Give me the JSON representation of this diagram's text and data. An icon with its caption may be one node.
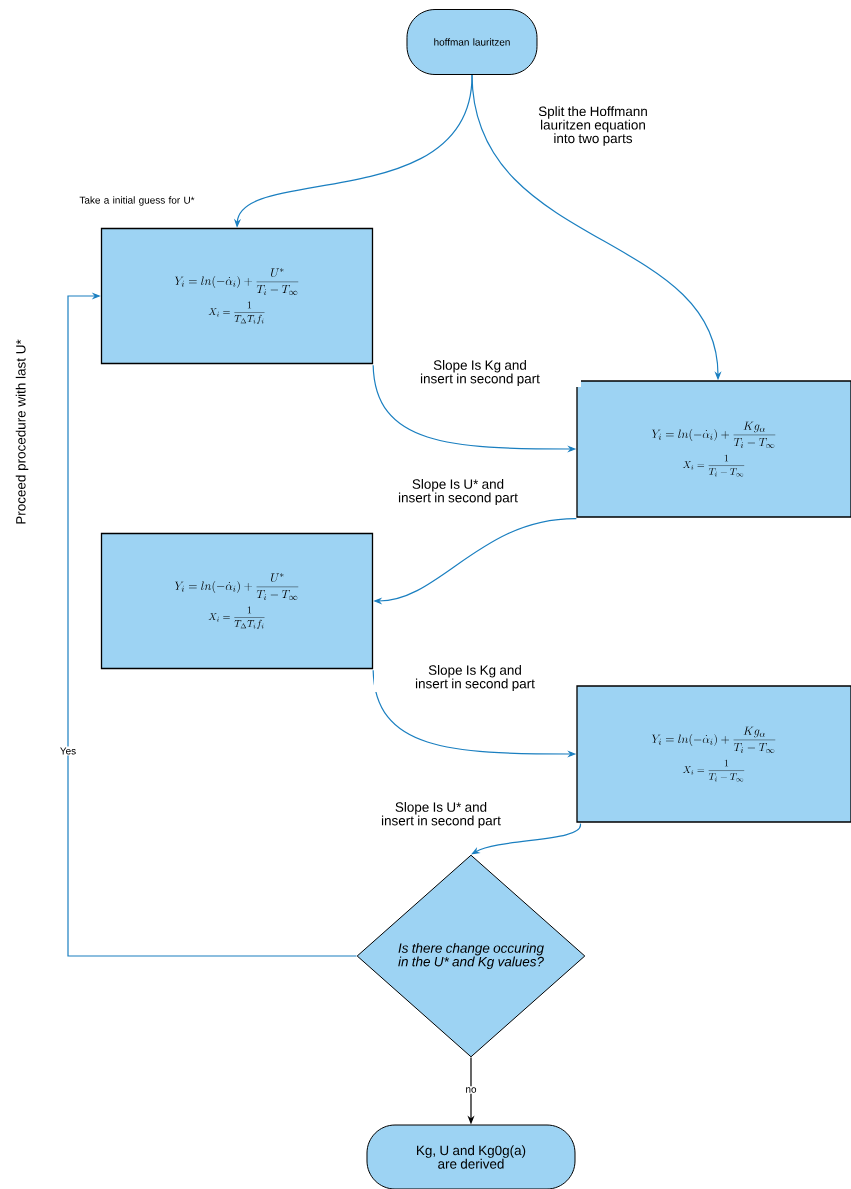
{
  "diagram": {
    "nodes": [
      {
        "text": [
          "hoffman lauritzen"
        ]
      },
      {
        "text": [
          "Y_i = ln(-\\dot{\\alpha}_i) + \\frac{U^*}{T_i - T_\\infty}",
          "X_i = \\frac{1}{T_\\Delta T_i f_i}"
        ]
      },
      {
        "text": [
          "Y_i = ln(-\\dot{\\alpha}_i) + \\frac{Kg_\\alpha}{T_i - T_\\infty}",
          "X_i = \\frac{1}{T_i - T_\\infty}"
        ]
      },
      {
        "text": [
          "Y_i = ln(-\\dot{\\alpha}_i) + \\frac{U^*}{T_i - T_\\infty}",
          "X_i = \\frac{1}{T_\\Delta T_i f_i}"
        ]
      },
      {
        "text": [
          "Y_i = ln(-\\dot{\\alpha}_i) + \\frac{Kg_\\alpha}{T_i - T_\\infty}",
          "X_i = \\frac{1}{T_i - T_\\infty}"
        ]
      },
      {
        "text": [
          "Is there change occuring in the U* and Kg values?"
        ]
      },
      {
        "text": [
          "Kg, U and Kg0g(a) are derived"
        ]
      }
    ],
    "edges": [
      {
        "from": 0,
        "to": 1,
        "arrow": "to",
        "label": "Take a initial guess for U*"
      },
      {
        "from": 0,
        "to": 2,
        "arrow": "to",
        "label": "Split the Hoffmann lauritzen equation into two parts"
      },
      {
        "from": 1,
        "to": 2,
        "arrow": "to",
        "label": "Slope Is Kg and insert in second part"
      },
      {
        "from": 2,
        "to": 3,
        "arrow": "to",
        "label": "Slope Is U* and insert in second part"
      },
      {
        "from": 3,
        "to": 4,
        "arrow": "to",
        "label": "Slope Is Kg and insert in second part"
      },
      {
        "from": 4,
        "to": 5,
        "arrow": "to",
        "label": "Slope Is U* and insert in second part"
      },
      {
        "from": 5,
        "to": 1,
        "arrow": "to",
        "label": "Yes"
      },
      {
        "from": 5,
        "to": 6,
        "arrow": "to",
        "label": "no",
        "color": "#000000"
      }
    ],
    "labels": [
      "Proceed procedure with last U*"
    ]
  }
}
